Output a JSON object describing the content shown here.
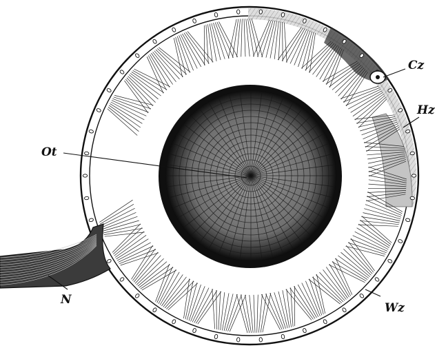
{
  "labels": {
    "cz": "Cz",
    "hz": "Hz",
    "ot": "Ot",
    "n": "N",
    "wz": "Wz"
  },
  "colors": {
    "ink": "#111111",
    "paper": "#ffffff",
    "shade": "#bdbdbd",
    "lens_dark": "#1a1a1a",
    "lens_mid": "#7a7a7a"
  }
}
